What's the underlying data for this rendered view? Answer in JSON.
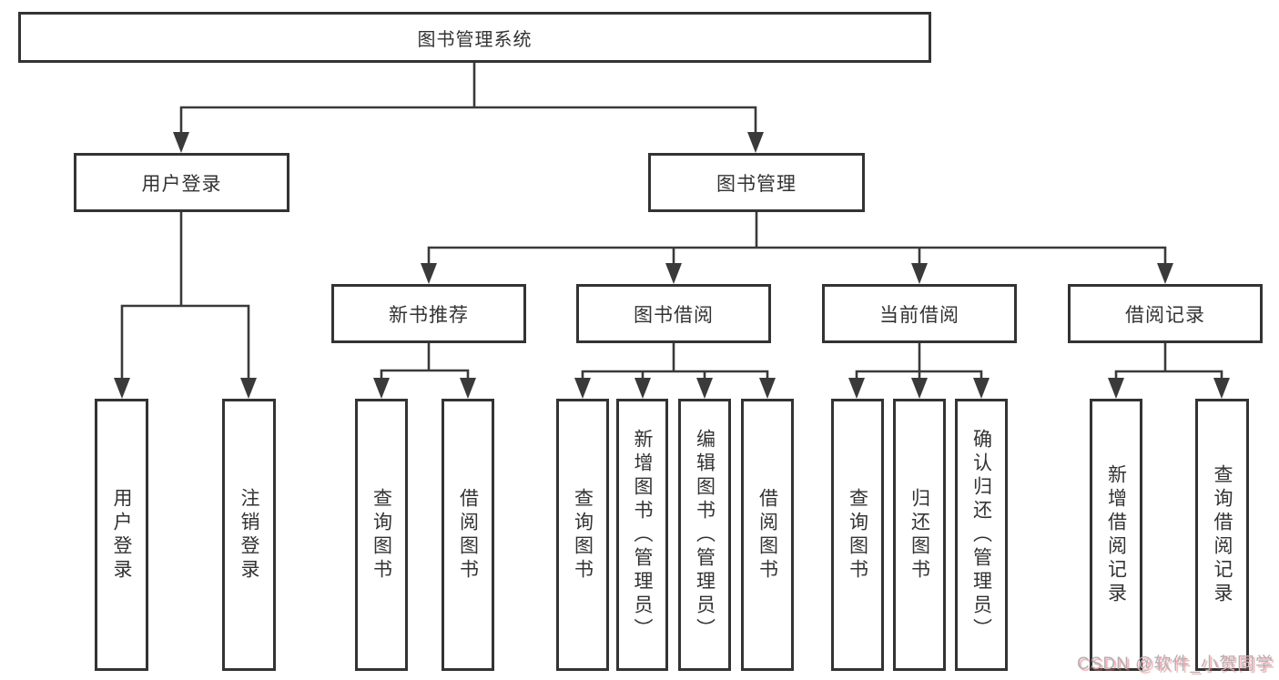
{
  "diagram": {
    "title": "图书管理系统",
    "type": "hierarchy-tree"
  },
  "nodes": {
    "root": {
      "label": "图书管理系统"
    },
    "user_login": {
      "label": "用户登录"
    },
    "book_mgmt": {
      "label": "图书管理"
    },
    "user_login_leaf": {
      "label": "用户登录"
    },
    "logout_leaf": {
      "label": "注销登录"
    },
    "new_book_rec": {
      "label": "新书推荐"
    },
    "book_borrow": {
      "label": "图书借阅"
    },
    "current_borrow": {
      "label": "当前借阅"
    },
    "borrow_record": {
      "label": "借阅记录"
    },
    "nb_query": {
      "label": "查询图书"
    },
    "nb_borrow": {
      "label": "借阅图书"
    },
    "bb_query": {
      "label": "查询图书"
    },
    "bb_add": {
      "label": "新增图书（管理员）"
    },
    "bb_edit": {
      "label": "编辑图书（管理员）"
    },
    "bb_borrow": {
      "label": "借阅图书"
    },
    "cb_query": {
      "label": "查询图书"
    },
    "cb_return": {
      "label": "归还图书"
    },
    "cb_confirm": {
      "label": "确认归还（管理员）"
    },
    "br_add": {
      "label": "新增借阅记录"
    },
    "br_query": {
      "label": "查询借阅记录"
    }
  },
  "watermark": {
    "label": "CSDN @软件_小贺同学"
  },
  "colors": {
    "line": "#3a3a3a",
    "box_border": "#333333",
    "text": "#333333",
    "background": "#ffffff",
    "watermark_gray": "#aeb2b8",
    "watermark_red": "#f65c5c"
  }
}
